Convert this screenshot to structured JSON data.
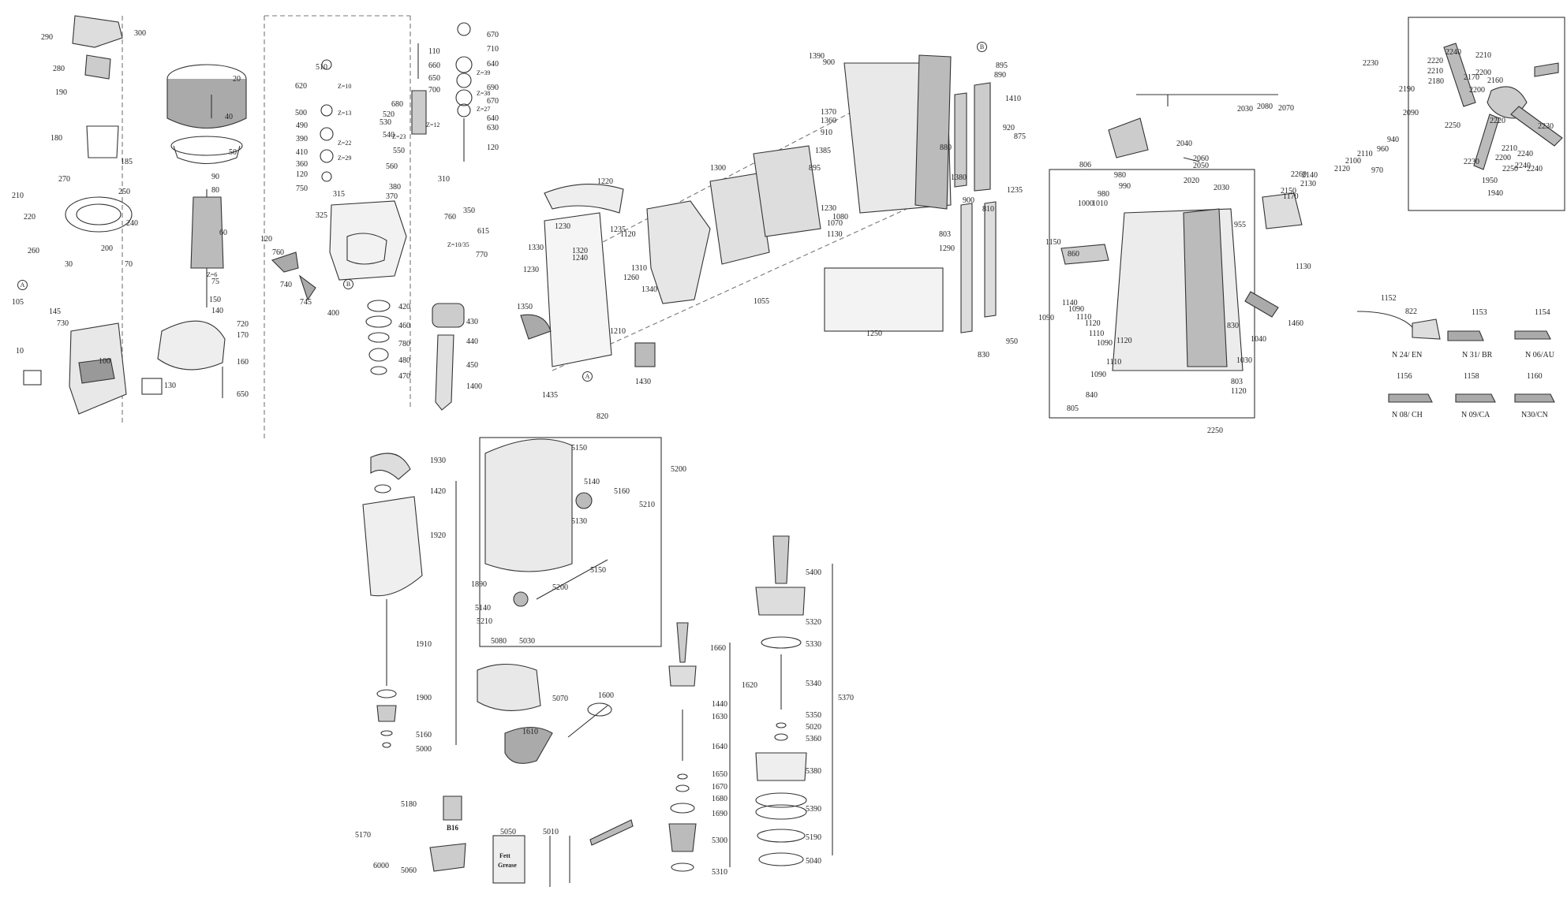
{
  "diagram": {
    "group_cords": [
      "1152",
      "822",
      "1153",
      "1154",
      "1156",
      "1158",
      "1160",
      "N 24/ EN",
      "N 31/ BR",
      "N 06/AU",
      "N 08/ CH",
      "N 09/CA",
      "N30/CN"
    ],
    "gear_markings": [
      "Z=10",
      "Z=13",
      "Z=23",
      "Z=22",
      "Z=29",
      "Z=12",
      "Z=39",
      "Z=38",
      "Z=27",
      "Z=10/35",
      "Z=6"
    ],
    "circled_letters": [
      "A",
      "B"
    ],
    "tool_labels": [
      "B16",
      "Fett",
      "Grease"
    ],
    "part_labels": [
      "290",
      "300",
      "20",
      "280",
      "190",
      "40",
      "180",
      "50",
      "185",
      "270",
      "250",
      "90",
      "210",
      "80",
      "220",
      "240",
      "60",
      "260",
      "200",
      "30",
      "70",
      "75",
      "150",
      "105",
      "140",
      "145",
      "730",
      "720",
      "170",
      "10",
      "100",
      "160",
      "130",
      "650",
      "110",
      "670",
      "660",
      "710",
      "650",
      "640",
      "700",
      "690",
      "670",
      "640",
      "630",
      "120",
      "510",
      "620",
      "680",
      "520",
      "500",
      "530",
      "490",
      "540",
      "390",
      "550",
      "410",
      "560",
      "360",
      "380",
      "120",
      "370",
      "750",
      "315",
      "310",
      "325",
      "350",
      "760",
      "120",
      "615",
      "770",
      "760",
      "740",
      "745",
      "400",
      "420",
      "460",
      "430",
      "780",
      "440",
      "480",
      "450",
      "470",
      "1400",
      "1390",
      "900",
      "895",
      "890",
      "1410",
      "1370",
      "1360",
      "910",
      "920",
      "875",
      "880",
      "1380",
      "1385",
      "895",
      "900",
      "810",
      "1235",
      "1230",
      "1080",
      "1070",
      "1130",
      "803",
      "1290",
      "1220",
      "1300",
      "1230",
      "1235",
      "1120",
      "1330",
      "1320",
      "1240",
      "1310",
      "1230",
      "1260",
      "1340",
      "1350",
      "1210",
      "1055",
      "1250",
      "1430",
      "1435",
      "820",
      "830",
      "950",
      "2080",
      "2070",
      "2030",
      "2040",
      "2060",
      "2050",
      "2020",
      "2030",
      "2150",
      "2130",
      "2140",
      "2120",
      "2100",
      "2110",
      "960",
      "940",
      "970",
      "806",
      "980",
      "990",
      "980",
      "1000",
      "1010",
      "1150",
      "860",
      "955",
      "2260",
      "1170",
      "1130",
      "1140",
      "1090",
      "1110",
      "1120",
      "1090",
      "1110",
      "1090",
      "1120",
      "1110",
      "1090",
      "840",
      "830",
      "1040",
      "1460",
      "1030",
      "803",
      "1120",
      "805",
      "2250",
      "2230",
      "2240",
      "2220",
      "2210",
      "2180",
      "2170",
      "2160",
      "2200",
      "2210",
      "2190",
      "2090",
      "2200",
      "2250",
      "2220",
      "2230",
      "2240",
      "2210",
      "2200",
      "2230",
      "2240",
      "2250",
      "2240",
      "1950",
      "1940",
      "1930",
      "1420",
      "1920",
      "1890",
      "1910",
      "1900",
      "5160",
      "5000",
      "5150",
      "5200",
      "5140",
      "5160",
      "5210",
      "5130",
      "5150",
      "5200",
      "5140",
      "5210",
      "5080",
      "5030",
      "5070",
      "1600",
      "1610",
      "1660",
      "1440",
      "1620",
      "1630",
      "1640",
      "1650",
      "1670",
      "1680",
      "1690",
      "5300",
      "5310",
      "5400",
      "5320",
      "5330",
      "5340",
      "5350",
      "5020",
      "5360",
      "5370",
      "5380",
      "5390",
      "5190",
      "5040",
      "5180",
      "5170",
      "6000",
      "5060",
      "5050",
      "5010"
    ]
  }
}
